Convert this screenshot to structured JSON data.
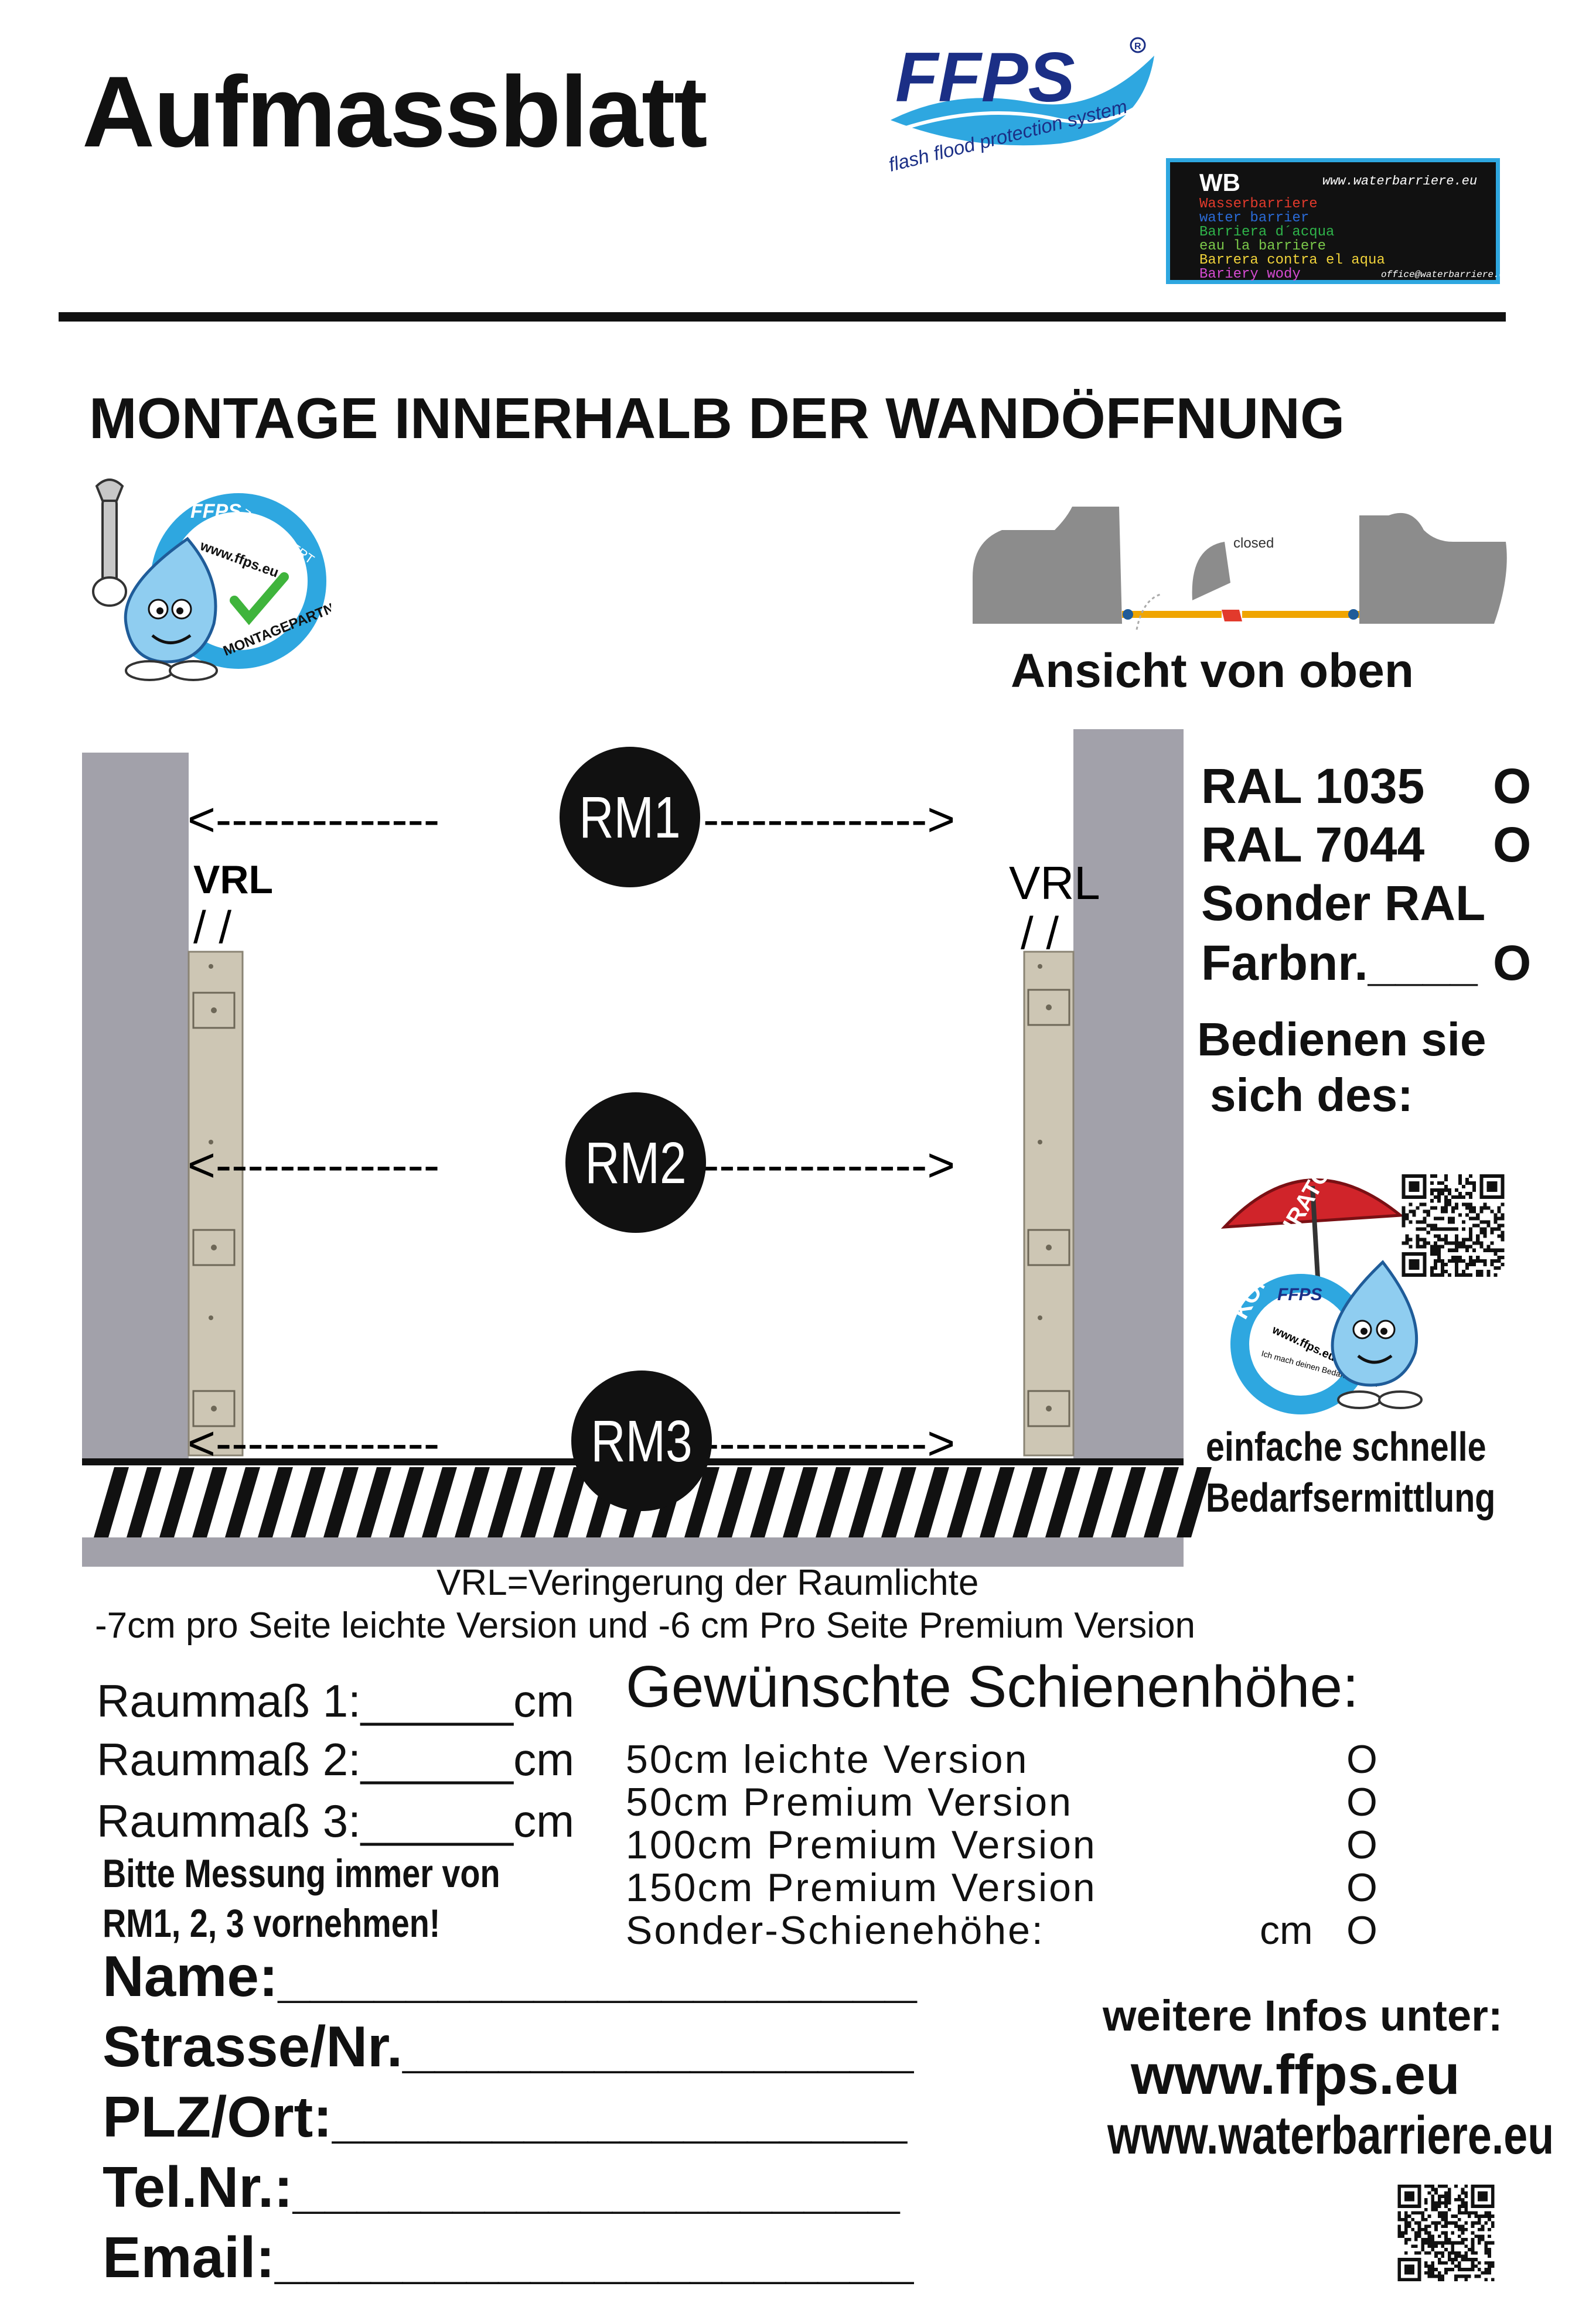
{
  "header": {
    "title": "Aufmassblatt",
    "logo_brand": "FFPS",
    "logo_tagline": "flash flood protection system",
    "wb_box": {
      "abbr": "WB",
      "url": "www.waterbarriere.eu",
      "lines": [
        "Wasserbarriere",
        "water barrier",
        "Barriera d´acqua",
        "eau la barriere",
        "Barrera contra el aqua",
        "Bariery wody"
      ],
      "email": "office@waterbarriere.eu"
    }
  },
  "subtitle": "MONTAGE INNERHALB DER WANDÖFFNUNG",
  "badge": {
    "brand": "FFPS",
    "ring_top": "ZERTIFIZIERT",
    "ring_bottom": "MONTAGEPARTNER",
    "url": "www.ffps.eu"
  },
  "top_view": {
    "closed_label": "closed",
    "caption": "Ansicht von oben"
  },
  "diagram": {
    "measures": [
      "RM1",
      "RM2",
      "RM3"
    ],
    "vrl_label": "VRL",
    "arrow_left": "<--------------",
    "arrow_right": "-------------->"
  },
  "ral": {
    "options": [
      {
        "label": "RAL 1035",
        "mark": "O"
      },
      {
        "label": "RAL 7044",
        "mark": "O"
      }
    ],
    "sonder": "Sonder RAL",
    "farbnr": "Farbnr.____",
    "farbnr_mark": "O"
  },
  "konfigurator": {
    "line1": "Bedienen sie",
    "line2": "sich des:",
    "badge_brand": "FFPS",
    "badge_ring": "KONFIGURATOR",
    "badge_url": "www.ffps.eu",
    "badge_text": "Ich mach deinen Bedarf ermitteln",
    "caption1": "einfache schnelle",
    "caption2": "Bedarfsermittlung"
  },
  "notes": {
    "vrl": "VRL=Veringerung der Raumlichte",
    "seite": "-7cm pro Seite leichte Version und -6 cm Pro Seite Premium Version"
  },
  "raummass": [
    "Raummaß 1:______cm",
    "Raummaß 2:______cm",
    "Raummaß 3:______cm"
  ],
  "bitte": [
    "Bitte  Messung immer von",
    "RM1, 2, 3 vornehmen!"
  ],
  "schiene": {
    "heading": "Gewünschte Schienenhöhe:",
    "options": [
      {
        "label": "50cm leichte Version",
        "mark": "O"
      },
      {
        "label": "50cm Premium Version",
        "mark": "O"
      },
      {
        "label": "100cm Premium Version",
        "mark": "O"
      },
      {
        "label": "150cm Premium Version",
        "mark": "O"
      }
    ],
    "sonder_label": "Sonder-Schienehöhe:",
    "sonder_unit": "cm",
    "sonder_mark": "O"
  },
  "form": {
    "name": "Name:____________________",
    "strasse": "Strasse/Nr.________________",
    "plz": "PLZ/Ort:__________________",
    "tel": "Tel.Nr.:___________________",
    "email": "Email:____________________"
  },
  "footer": {
    "weitere": "weitere Infos unter:",
    "url1": "www.ffps.eu",
    "url2": "www.waterbarriere.eu"
  },
  "colors": {
    "accent_blue": "#2ea7e0",
    "brand_navy": "#1b2f86",
    "wall_grey": "#a2a1aa",
    "rail_beige": "#cdc6b4",
    "umbrella_red": "#d0242a"
  }
}
